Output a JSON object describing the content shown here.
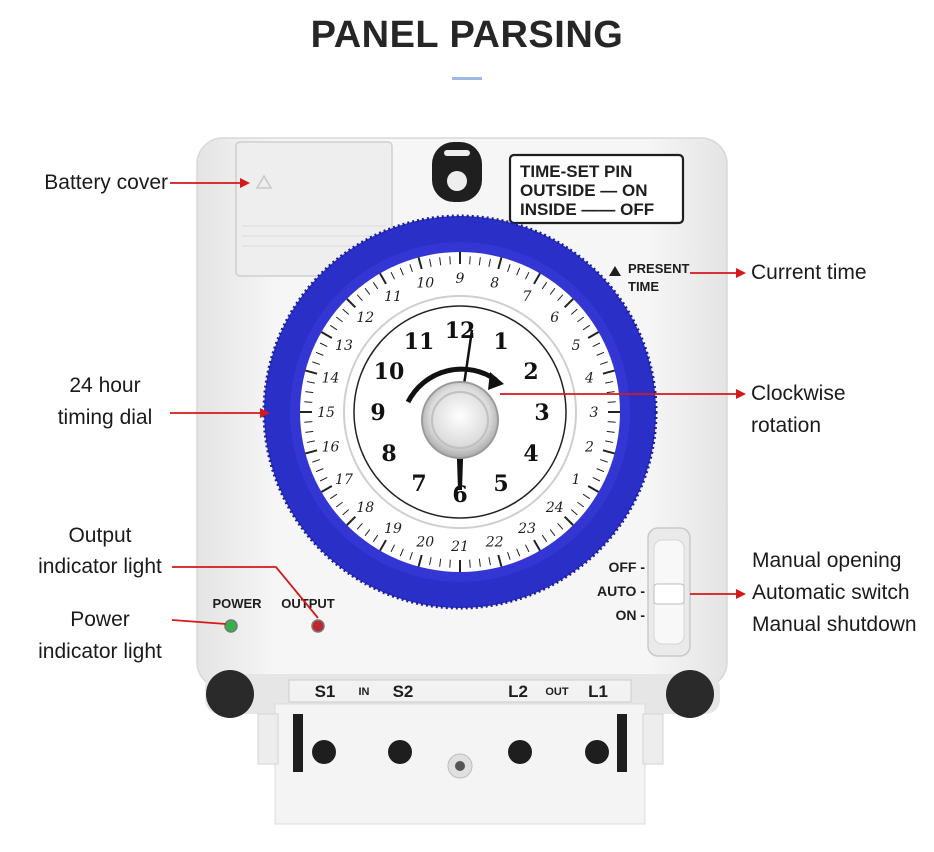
{
  "header": {
    "title": "PANEL PARSING"
  },
  "device": {
    "time_set_pin": {
      "line1": "TIME-SET PIN",
      "line2": "OUTSIDE — ON",
      "line3": "INSIDE —— OFF"
    },
    "present_time": {
      "line1": "PRESENT",
      "line2": "TIME"
    },
    "inner_numbers": [
      "12",
      "1",
      "2",
      "3",
      "4",
      "5",
      "6",
      "7",
      "8",
      "9",
      "10",
      "11"
    ],
    "outer_numbers": [
      "24",
      "1",
      "2",
      "3",
      "4",
      "5",
      "6",
      "7",
      "8",
      "9",
      "10",
      "11",
      "12",
      "13",
      "14",
      "15",
      "16",
      "17",
      "18",
      "19",
      "20",
      "21",
      "22",
      "23"
    ],
    "switch_labels": {
      "off": "OFF -",
      "auto": "AUTO -",
      "on": "ON -"
    },
    "indicators": {
      "power": "POWER",
      "output": "OUTPUT"
    },
    "terminals": {
      "s1": "S1",
      "in": "IN",
      "s2": "S2",
      "l2": "L2",
      "out": "OUT",
      "l1": "L1"
    }
  },
  "callouts": {
    "battery_cover": "Battery cover",
    "current_time": "Current time",
    "timing_dial_line1": "24 hour",
    "timing_dial_line2": "timing dial",
    "clockwise_line1": "Clockwise",
    "clockwise_line2": "rotation",
    "output_light_line1": "Output",
    "output_light_line2": "indicator light",
    "power_light_line1": "Power",
    "power_light_line2": "indicator light",
    "manual_opening": "Manual opening",
    "automatic_switch": "Automatic switch",
    "manual_shutdown": "Manual shutdown"
  },
  "colors": {
    "dial_blue": "#2a2fc8",
    "callout_red": "#d4191c",
    "body_white": "#f2f2f2",
    "power_led": "#35b04a",
    "output_led": "#c0262e"
  }
}
